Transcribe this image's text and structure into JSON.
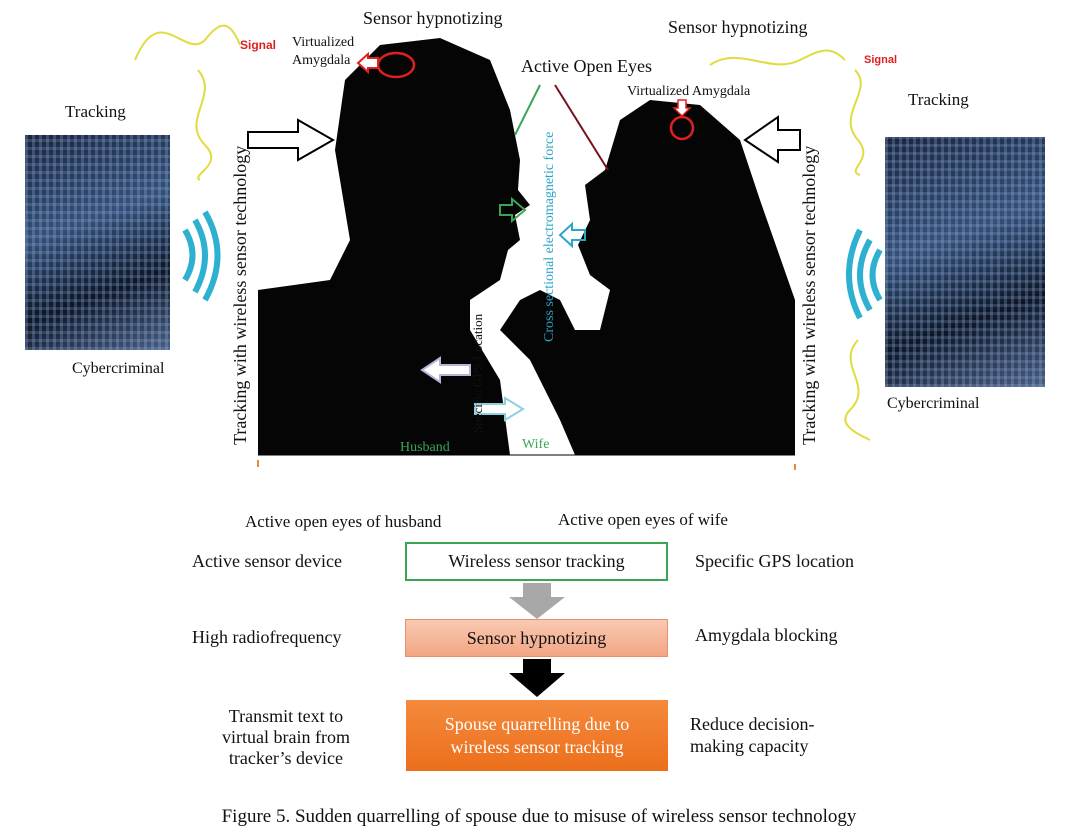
{
  "figure": {
    "top_labels": {
      "sensor_hypnotizing_left": "Sensor hypnotizing",
      "sensor_hypnotizing_right": "Sensor hypnotizing",
      "virtualized_amygdala_left_1": "Virtualized",
      "virtualized_amygdala_left_2": "Amygdala",
      "virtualized_amygdala_right": "Virtualized Amygdala",
      "active_open_eyes": "Active Open Eyes",
      "tracking_left": "Tracking",
      "tracking_right": "Tracking",
      "cybercriminal_left": "Cybercriminal",
      "cybercriminal_right": "Cybercriminal",
      "vertical_left": "Tracking with wireless sensor technology",
      "vertical_right": "Tracking with wireless sensor technology",
      "cross_sectional": "Cross sectional electromagnetic force",
      "gps": "Specific GPS Location",
      "husband": "Husband",
      "wife": "Wife",
      "signal": "Signal"
    },
    "colors": {
      "green": "#3aa655",
      "cyan": "#2aa6c8",
      "red": "#e02020",
      "orange": "#f07c2c",
      "salmon": "#f6b497",
      "dash": "#e8893a"
    },
    "flow": {
      "eyes_husband": "Active open eyes of husband",
      "eyes_wife": "Active open eyes of wife",
      "rows": [
        {
          "left": "Active sensor device",
          "box": "Wireless sensor tracking",
          "right": "Specific GPS location"
        },
        {
          "left": "High radiofrequency",
          "box": "Sensor hypnotizing",
          "right": "Amygdala blocking"
        },
        {
          "left_lines": [
            "Transmit text to",
            "virtual brain from",
            "tracker’s device"
          ],
          "box_lines": [
            "Spouse quarrelling due to",
            "wireless sensor tracking"
          ],
          "right_lines": [
            "Reduce decision-",
            "making capacity"
          ]
        }
      ]
    },
    "caption": "Figure 5. Sudden quarrelling of spouse due to misuse of wireless sensor technology"
  }
}
